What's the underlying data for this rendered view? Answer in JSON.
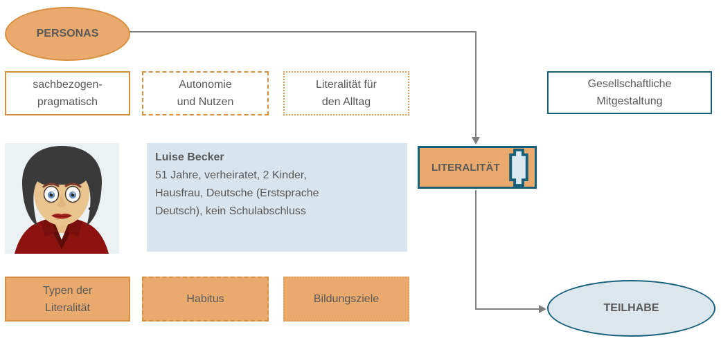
{
  "diagram_title": "Persona diagram: Literalität und Teilhabe",
  "personas": {
    "label": "PERSONAS"
  },
  "dimension_boxes": [
    {
      "label": "sachbezogen-\npragmatisch",
      "border_style": "solid"
    },
    {
      "label": "Autonomie\nund Nutzen",
      "border_style": "dashed"
    },
    {
      "label": "Literalität für\nden Alltag",
      "border_style": "dotted"
    }
  ],
  "mitgestaltung": {
    "label": "Gesellschaftliche\nMitgestaltung"
  },
  "profile": {
    "name": "Luise Becker",
    "details": "51 Jahre, verheiratet, 2 Kinder,\nHausfrau, Deutsche (Erstsprache\nDeutsch), kein Schulabschluss",
    "avatar": "cartoon-woman-dark-bob-red-jacket"
  },
  "literalitaet": {
    "label": "LITERALITÄT",
    "icon": "column-icon"
  },
  "category_boxes": [
    {
      "label": "Typen der\nLiteralität",
      "border_style": "solid"
    },
    {
      "label": "Habitus",
      "border_style": "dashed"
    },
    {
      "label": "Bildungsziele",
      "border_style": "dotted"
    }
  ],
  "teilhabe": {
    "label": "TEILHABE"
  },
  "colors": {
    "orange_fill": "#EAAA6E",
    "orange_border": "#D78F3F",
    "teal_border": "#17607C",
    "light_blue_fill": "#D8E4EE",
    "ellipse_blue_fill": "#DCE7ED",
    "text_gray": "#595959",
    "connector_gray": "#7F7F7F"
  }
}
